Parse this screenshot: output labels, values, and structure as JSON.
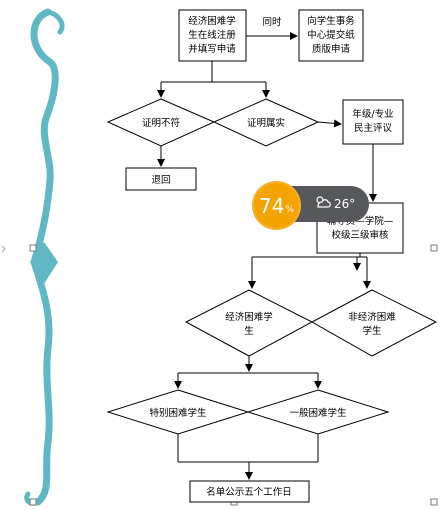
{
  "flowchart": {
    "apply": [
      "经济困难学",
      "生在线注册",
      "并填写申请"
    ],
    "simultaneously": "同时",
    "submit_paper": [
      "向学生事务",
      "中心提交纸",
      "质版申请"
    ],
    "proof_mismatch": "证明不符",
    "proof_true": "证明属实",
    "return": "退回",
    "class_review": [
      "年级/专业",
      "民主评议"
    ],
    "three_level_review": [
      "辅导员—学院—",
      "校级三级审核"
    ],
    "econ_hardship": [
      "经济困难学",
      "生"
    ],
    "non_econ_hardship": [
      "非经济困难",
      "学生"
    ],
    "special_hardship": "特别困难学生",
    "general_hardship": "一般困难学生",
    "publicity": "名单公示五个工作日"
  },
  "widget": {
    "percent": "74",
    "percent_symbol": "%",
    "temperature": "26°",
    "weather_icon": "partly-cloudy-icon",
    "colors": {
      "circle": "#f5a300",
      "bar": "#56585c"
    }
  },
  "decoration": {
    "color": "#5fb8c3"
  }
}
